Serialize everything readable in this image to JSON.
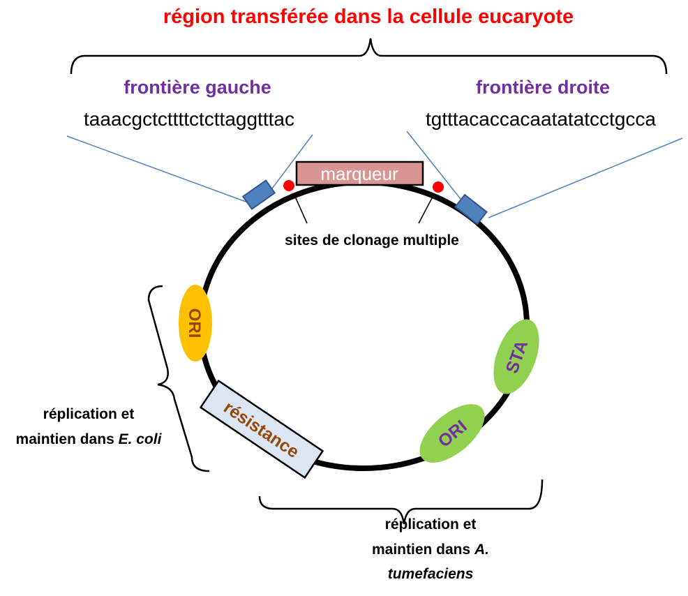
{
  "title": "région transférée dans la cellule eucaryote",
  "left_border": {
    "label": "frontière gauche",
    "sequence": "taaacgctcttttctcttaggtttac"
  },
  "right_border": {
    "label": "frontière droite",
    "sequence": "tgtttacaccacaatatatcctgcca"
  },
  "marker_label": "marqueur",
  "cloning_sites_label": "sites de clonage multiple",
  "ori_ecoli_label": "ORI",
  "resistance_label": "résistance",
  "sta_label": "STA",
  "ori_agro_label": "ORI",
  "ecoli_replication": {
    "line1": "réplication et",
    "line2_prefix": "maintien dans ",
    "line2_italic": "E. coli"
  },
  "agro_replication": {
    "line1": "réplication et",
    "line2_prefix": "maintien dans ",
    "line2_italic": "A.",
    "line3_italic": "tumefaciens"
  },
  "colors": {
    "title": "#ff0000",
    "border_labels": "#7030a0",
    "marker_fill": "#d99594",
    "cloning_site": "#ff0000",
    "border_box": "#4f81bd",
    "ori_ecoli": "#ffc000",
    "ori_ecoli_text": "#974706",
    "resistance_fill": "#dce6f2",
    "resistance_text": "#974706",
    "green_elements": "#92d050",
    "green_text": "#7030a0",
    "plasmid": "#000000",
    "guide_lines": "#4f81bd"
  }
}
